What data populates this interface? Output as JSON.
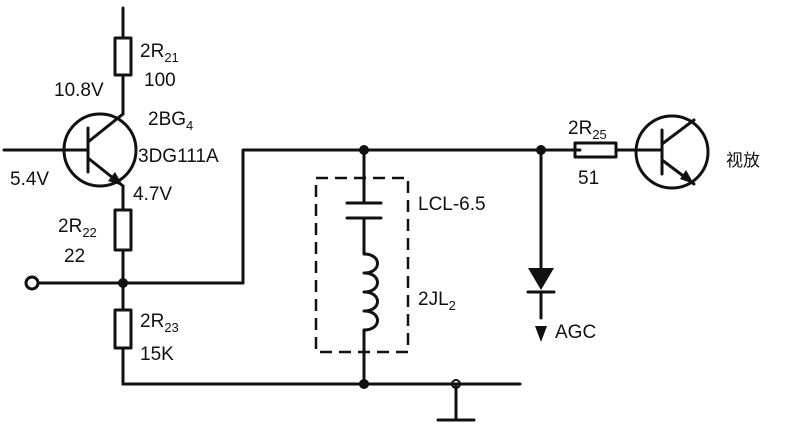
{
  "labels": {
    "r21_value": "100",
    "v_collector": "10.8V",
    "transistor_name": "BG",
    "transistor_type": "3DG111A",
    "v_base": "5.4V",
    "v_emitter": "4.7V",
    "r22_value": "22",
    "r23_value": "15K",
    "filter_name": "LCL-6.5",
    "coil_name": "JL",
    "coil_sub": "2",
    "r25_value": "51",
    "video_amp": "视放",
    "agc": "AGC"
  },
  "components": {
    "r21": {
      "prefix": "2",
      "letter": "R",
      "sub": "21"
    },
    "bg4": {
      "prefix": "2",
      "sub": "4"
    },
    "r22": {
      "prefix": "2",
      "letter": "R",
      "sub": "22"
    },
    "r23": {
      "prefix": "2",
      "letter": "R",
      "sub": "23"
    },
    "r25": {
      "prefix": "2",
      "letter": "R",
      "sub": "25"
    },
    "jl2": {
      "prefix": "2"
    }
  },
  "colors": {
    "ink": "#111111",
    "paper": "#ffffff"
  }
}
